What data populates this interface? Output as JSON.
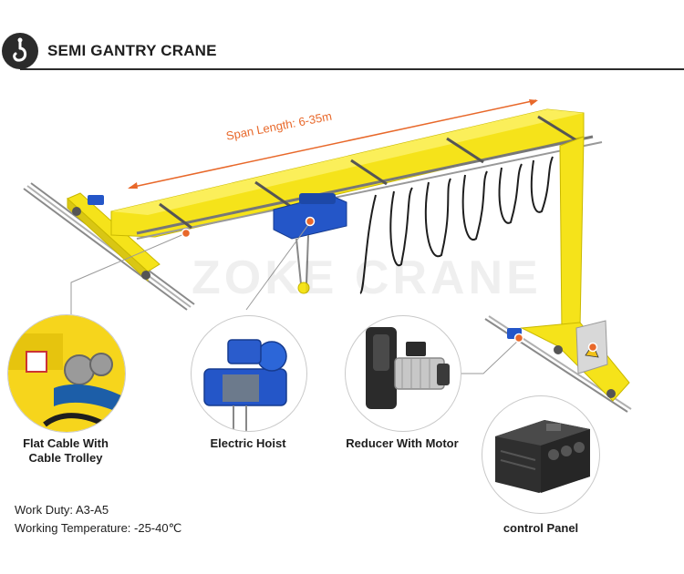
{
  "header": {
    "title": "SEMI GANTRY CRANE",
    "icon": "crane-hook-icon"
  },
  "diagram": {
    "span_label": "Span Length: 6-35m",
    "watermark": "ZOKE CRANE",
    "colors": {
      "beam": "#f5e31a",
      "beam_edge": "#c9b800",
      "hoist": "#2456c8",
      "accent": "#e8682a",
      "rail": "#9a9a9a"
    }
  },
  "components": [
    {
      "label_lines": [
        "Flat Cable With",
        "Cable Trolley"
      ]
    },
    {
      "label_lines": [
        "Electric Hoist"
      ]
    },
    {
      "label_lines": [
        "Reducer With Motor"
      ]
    },
    {
      "label_lines": [
        "control Panel"
      ]
    }
  ],
  "specs": {
    "work_duty": "Work Duty: A3-A5",
    "working_temperature": "Working Temperature: -25-40℃"
  }
}
